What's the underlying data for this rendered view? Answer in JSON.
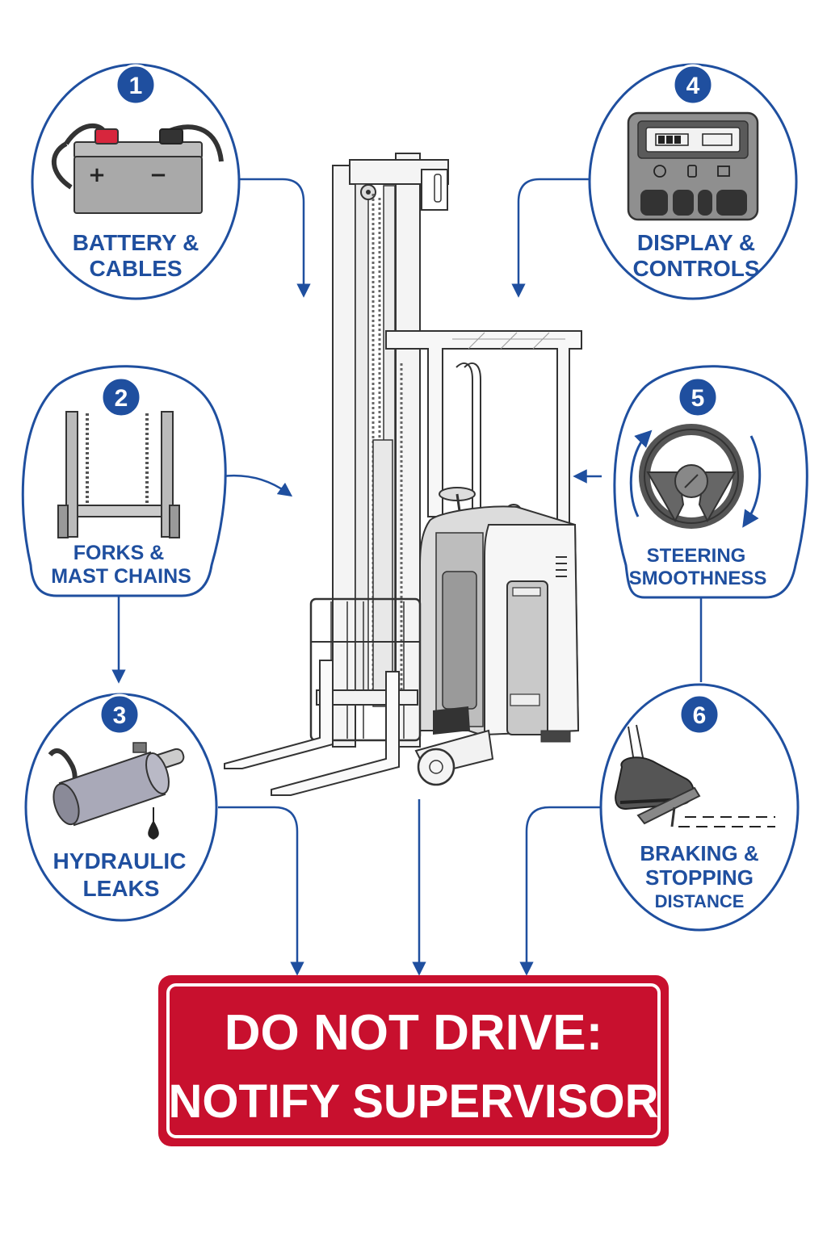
{
  "colors": {
    "accent_blue": "#1f4f9f",
    "warning_red": "#c8102e",
    "white": "#ffffff"
  },
  "checks": [
    {
      "number": "1",
      "label_lines": [
        "BATTERY &",
        "CABLES"
      ],
      "icon": "battery-icon"
    },
    {
      "number": "2",
      "label_lines": [
        "FORKS &",
        "MAST CHAINS"
      ],
      "icon": "mast-chain-icon"
    },
    {
      "number": "3",
      "label_lines": [
        "HYDRAULIC",
        "LEAKS"
      ],
      "icon": "hydraulic-cylinder-icon"
    },
    {
      "number": "4",
      "label_lines": [
        "DISPLAY &",
        "CONTROLS"
      ],
      "icon": "control-panel-icon"
    },
    {
      "number": "5",
      "label_lines": [
        "STEERING",
        "SMOOTHNESS"
      ],
      "icon": "steering-wheel-icon"
    },
    {
      "number": "6",
      "label_lines": [
        "BRAKING &",
        "STOPPING",
        "DISTANCE"
      ],
      "icon": "brake-pedal-icon"
    }
  ],
  "center_image": {
    "icon": "reach-truck-forklift-icon"
  },
  "warning_sign": {
    "line1": "DO NOT DRIVE:",
    "line2": "NOTIFY SUPERVISOR"
  }
}
